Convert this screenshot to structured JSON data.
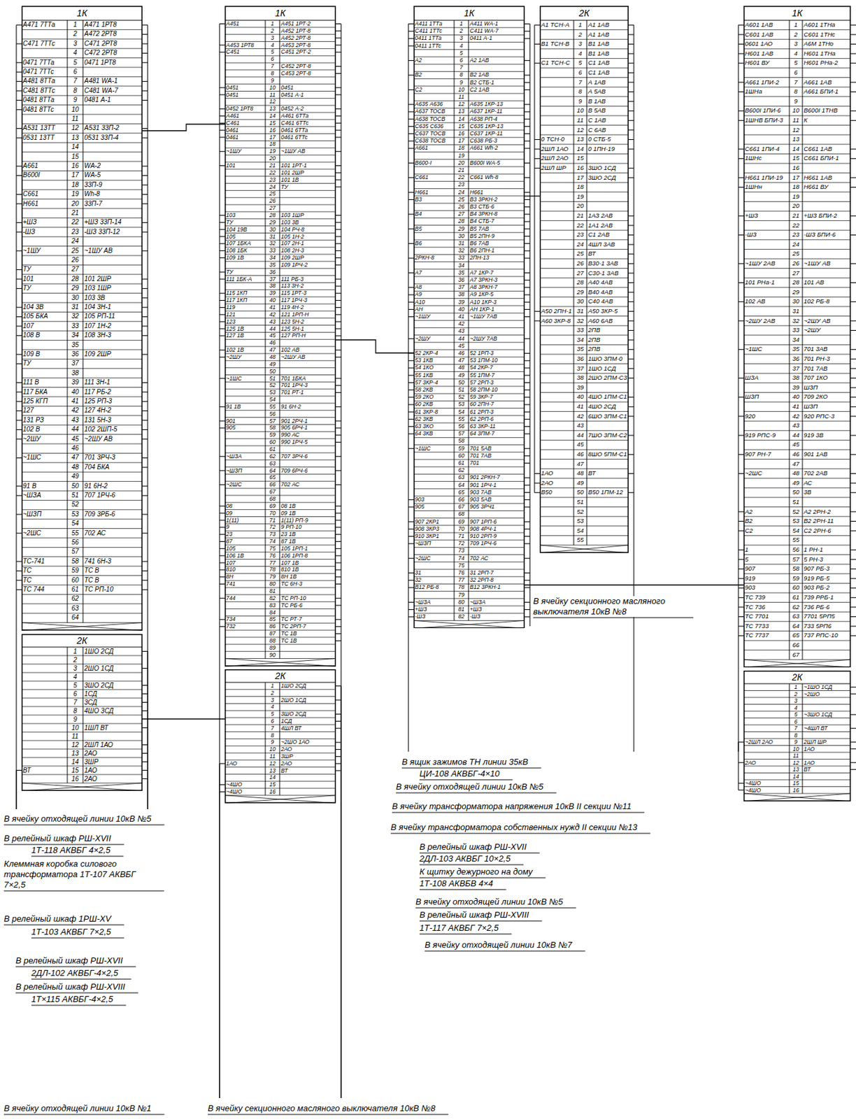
{
  "diagram": {
    "nodes": [
      {
        "text": [
          "1К"
        ]
      },
      {
        "text": [
          "2К"
        ]
      },
      {
        "text": [
          "1К"
        ]
      },
      {
        "text": [
          "2К"
        ]
      },
      {
        "text": [
          "1К"
        ]
      },
      {
        "text": [
          "2К"
        ]
      },
      {
        "text": [
          "1К"
        ]
      },
      {
        "text": [
          "2К"
        ]
      }
    ],
    "edges": [
      {
        "from": 0,
        "to": 2,
        "arrow": "none"
      },
      {
        "from": 1,
        "to": 3,
        "arrow": "none"
      },
      {
        "from": 2,
        "to": 4,
        "arrow": "none"
      },
      {
        "from": 5,
        "to": 4,
        "arrow": "none"
      },
      {
        "from": 4,
        "to": 6,
        "arrow": "none"
      }
    ],
    "labels": [
      "А471 7ТТа",
      "1",
      "А471 1РТ8",
      "2",
      "А472 2РТ8",
      "С471 7ТТс",
      "3",
      "С471 2РТ8",
      "4",
      "С472 2РТ8",
      "0471 7ТТа",
      "5",
      "0471 1РТ8",
      "0471 7ТТс",
      "6",
      "А481 8ТТа",
      "7",
      "А481 WА-1",
      "С481 8ТТс",
      "8",
      "С481 WА-7",
      "0481 8ТТа",
      "9",
      "0481 А-1",
      "0481 8ТТс",
      "10",
      "11",
      "А531 13ТТ",
      "12",
      "А531 33П-2",
      "0531 13ТТ",
      "13",
      "0531 33П-4",
      "14",
      "15",
      "А661",
      "16",
      "WА-2",
      "В600I",
      "17",
      "WА-5",
      "18",
      "33П-9",
      "С661",
      "19",
      "Wh-8",
      "Н661",
      "20",
      "33П-7",
      "21",
      "+ШЗ",
      "22",
      "+ШЗ 33П-14",
      "-ШЗ",
      "23",
      "-ШЗ 33П-12",
      "24",
      "~1ШУ",
      "25",
      "~1ШУ АВ",
      "26",
      "ТУ",
      "27",
      "101",
      "28",
      "101 2ШР",
      "ТУ",
      "29",
      "103 1ШР",
      "30",
      "103 3В",
      "104 3В",
      "31",
      "104 3Н-1",
      "105 БКА",
      "32",
      "105 РП-11",
      "107",
      "33",
      "107 1Н-2",
      "108 В",
      "34",
      "108 3Н-3",
      "35",
      "109 В",
      "36",
      "109 2ШР",
      "ТУ",
      "37",
      "38",
      "111 В",
      "39",
      "111 3Н-1",
      "117 БКА",
      "40",
      "117 РБ-2",
      "125 КГП",
      "41",
      "125 РП-3",
      "127",
      "42",
      "127 4Н-2",
      "131 РЗ",
      "43",
      "131 5Н-3",
      "102 В",
      "44",
      "102 2ШП-5",
      "~2ШУ",
      "45",
      "~2ШУ АВ",
      "46",
      "~1ШС",
      "47",
      "701 3РЧ-3",
      "48",
      "704 БКА",
      "49",
      "91 В",
      "50",
      "91 6Н-2",
      "~ШЗА",
      "51",
      "707 1РЧ-6",
      "52",
      "~ШЗП",
      "53",
      "709 3РБ-6",
      "54",
      "~2ШС",
      "55",
      "702 АС",
      "56",
      "57",
      "ТС-741",
      "58",
      "741 6Н-3",
      "ТС",
      "59",
      "ТС В",
      "ТС",
      "60",
      "ТС В",
      "ТС 744",
      "61",
      "ТС РП-10",
      "62",
      "63",
      "64",
      "1",
      "1ШО 2СД",
      "2",
      "3",
      "2ШО 1СД",
      "4",
      "5",
      "3ШО 2СД",
      "6",
      "1СД",
      "7",
      "3СД",
      "8",
      "4ШО 3СД",
      "9",
      "10",
      "1ШЛ ВТ",
      "11",
      "12",
      "2ШЛ 1АО",
      "13",
      "2АО",
      "14",
      "3ШР",
      "ВТ",
      "15",
      "1АО",
      "16",
      "2АО",
      "А451",
      "1",
      "А451 1РТ-2",
      "2",
      "А452 1РТ-8",
      "3",
      "А452 2РТ-8",
      "А453 1РТ8",
      "4",
      "А453 2РТ-8",
      "С451",
      "5",
      "С451 2РТ-2",
      "6",
      "7",
      "С452 2РТ-8",
      "8",
      "С453 2РТ-8",
      "9",
      "0451",
      "10",
      "0451",
      "0451",
      "11",
      "0451 А-1",
      "12",
      "0452 1РТ8",
      "13",
      "0452 А-2",
      "А461",
      "14",
      "А461 6ТТа",
      "С461",
      "15",
      "С461 6ТТс",
      "0461",
      "16",
      "0461 6ТТа",
      "0461",
      "17",
      "0461 6ТТс",
      "18",
      "~1ШУ",
      "19",
      "~1ШУ АВ",
      "20",
      "101",
      "21",
      "101 1РТ-1",
      "22",
      "101 2ШР",
      "23",
      "101 1В",
      "24",
      "ТУ",
      "25",
      "26",
      "27",
      "103",
      "28",
      "103 1ШР",
      "ТУ",
      "29",
      "103 3В",
      "104 19В",
      "30",
      "104 РЧ-8",
      "105",
      "31",
      "105 1Н-2",
      "107 1БКА",
      "32",
      "107 2Н-1",
      "108 1БК",
      "33",
      "108 2Н-3",
      "109 1В",
      "34",
      "109 2ШР",
      "35",
      "109 1РЧ-2",
      "ТУ",
      "36",
      "111 1БК-А",
      "37",
      "111 РБ-3",
      "38",
      "113 3Н-2",
      "115 1КП",
      "39",
      "115 1РТ-3",
      "117 1КП",
      "40",
      "117 1РЧ-3",
      "119",
      "41",
      "119 4Н-2",
      "121",
      "42",
      "121 1РП-Н",
      "123",
      "43",
      "123 5Н-2",
      "125 1В",
      "44",
      "125 5Н-1",
      "127 1В",
      "45",
      "127 РП-Н",
      "46",
      "102 1В",
      "47",
      "102 АВ",
      "~2ШУ",
      "48",
      "~2ШУ АВ",
      "49",
      "50",
      "~1ШС",
      "51",
      "701 1БКА",
      "52",
      "701 1РЧ-3",
      "53",
      "701 РТ-1",
      "54",
      "91 1В",
      "55",
      "91 6Н-2",
      "56",
      "901",
      "57",
      "901 2РЧ-1",
      "905",
      "58",
      "905 6РЧ-1",
      "59",
      "990 АС",
      "60",
      "990 1РЧ-5",
      "61",
      "~ШЗА",
      "62",
      "707 3РЧ-6",
      "63",
      "~ШЗП",
      "64",
      "709 6РЧ-6",
      "65",
      "~2ШС",
      "66",
      "702 АС",
      "67",
      "68",
      "08",
      "69",
      "08 1В",
      "09",
      "70",
      "09 1В",
      "1(11)",
      "71",
      "1(11) РП-9",
      "9",
      "72",
      "9 РП-10",
      "23",
      "73",
      "23 1В",
      "87",
      "74",
      "87 1В",
      "105",
      "75",
      "105 1РП-1",
      "106 1В",
      "76",
      "106 1РП-8",
      "107",
      "77",
      "107 1В",
      "810",
      "78",
      "810 1В",
      "8Н",
      "79",
      "8Н 1В",
      "741",
      "80",
      "ТС 6Н-3",
      "81",
      "744",
      "82",
      "ТС РП-10",
      "83",
      "ТС РБ-6",
      "84",
      "734",
      "85",
      "ТС РТ-7",
      "732",
      "86",
      "ТС 2РП-7",
      "87",
      "ТС 1В",
      "88",
      "ТС 1В",
      "89",
      "90",
      "1",
      "1ШО 2СД",
      "2",
      "3",
      "2ШО 1СД",
      "4",
      "5",
      "3ШО 2СД",
      "6",
      "1СД",
      "7",
      "4ШЛ ВТ",
      "8",
      "9",
      "~2ШО 1АО",
      "10",
      "2АО",
      "11",
      "3ШР",
      "1АО",
      "12",
      "2АО",
      "13",
      "ВТ",
      "14",
      "~4ШО",
      "15",
      "~4ШО",
      "16",
      "А411 1ТТа",
      "1",
      "А411 WА-1",
      "С411 1ТТс",
      "2",
      "С411 WА-7",
      "0411 1ТТа",
      "3",
      "0411 А-1",
      "0411 1ТТс",
      "4",
      "5",
      "А2",
      "6",
      "А2 1АВ",
      "7",
      "В2",
      "8",
      "В2 1АВ",
      "9",
      "В2 СТБ-1",
      "С2",
      "10",
      "С2 1АВ",
      "11",
      "А635 А636",
      "12",
      "А635 1КР-13",
      "А637 ТОСВ",
      "13",
      "А637 1КР-11",
      "А638 ТОСВ",
      "14",
      "А638 РП-4",
      "С635 С636",
      "15",
      "С635 1КР-13",
      "С637 ТОСВ",
      "16",
      "С637 1КР-11",
      "С638 ТОСВ",
      "17",
      "С638 РБ-3",
      "А661",
      "18",
      "А661 Wh-2",
      "19",
      "В600-I",
      "20",
      "В600I WА-5",
      "21",
      "С661",
      "22",
      "С661 Wh-8",
      "23",
      "Н661",
      "24",
      "Н661",
      "В3",
      "25",
      "В3 3РКН-2",
      "26",
      "В3 СТБ-6",
      "В4",
      "27",
      "В4 3РКН-8",
      "28",
      "В4 СТБ-7",
      "В5",
      "29",
      "В5 7АВ",
      "30",
      "В5 2ПН-9",
      "В6",
      "31",
      "В6 7АВ",
      "32",
      "В6 2ПН-1",
      "2РКН-8",
      "33",
      "2ПН-13",
      "34",
      "А7",
      "35",
      "А7 1КР-7",
      "36",
      "А7 3РКН-3",
      "А8",
      "37",
      "А8 3РКН-7",
      "А9",
      "38",
      "А9 1КР-5",
      "А10",
      "39",
      "А10 1КР-3",
      "АН",
      "40",
      "АН 1КР-1",
      "~1ШУ",
      "41",
      "~1ШУ 7АВ",
      "42",
      "43",
      "~2ШУ",
      "44",
      "~2ШУ 7АВ",
      "45",
      "52 2КР-4",
      "46",
      "52 1РП-3",
      "53 1КВ",
      "47",
      "53 1ПМ-10",
      "54 1КО",
      "48",
      "54 2КР-7",
      "55 1КВ",
      "49",
      "55 1ПМ-7",
      "57 3КР-4",
      "50",
      "57 2РП-3",
      "58 2КВ",
      "51",
      "58 2ПМ-10",
      "59 2КО",
      "52",
      "59 3КР-7",
      "60 2КВ",
      "53",
      "60 2ПН-7",
      "61 3КР-8",
      "54",
      "61 2РП-3",
      "62 3КВ",
      "55",
      "62 2РП-6",
      "63 3КО",
      "56",
      "63 3КР-11",
      "64 3КВ",
      "57",
      "64 3ПМ-7",
      "58",
      "~1ШС",
      "59",
      "701 5АВ",
      "60",
      "701 7АВ",
      "61",
      "701",
      "62",
      "63",
      "901 2РКН-7",
      "64",
      "901 1РЧ-1",
      "65",
      "903 7АВ",
      "903",
      "66",
      "903 5АВ",
      "905",
      "67",
      "905 3РЧ1",
      "68",
      "907 2КР1",
      "69",
      "907 1РП-6",
      "908 3КР3",
      "70",
      "908 4РЧ-1",
      "910 3КР1",
      "71",
      "910 2РП-9",
      "~ШЗП",
      "72",
      "709 1РЧ-6",
      "73",
      "~2ШС",
      "74",
      "702 АС",
      "75",
      "31",
      "76",
      "31 2РП-7",
      "32",
      "77",
      "32 2РП-8",
      "В12 РБ-8",
      "78",
      "В12 3РКН-1",
      "79",
      "~ШЗА",
      "80",
      "~ШЗА",
      "+ШЗ",
      "81",
      "+ШЗ",
      "-ШЗ",
      "82",
      "-ШЗ",
      "А1 ТСН-А",
      "1",
      "А1 1АВ",
      "2",
      "А1 1АВ",
      "В1 ТСН-В",
      "3",
      "В1 1АВ",
      "4",
      "В1 1АВ",
      "С1 ТСН-С",
      "5",
      "С1 1АВ",
      "6",
      "С1 1АВ",
      "7",
      "А 1АВ",
      "8",
      "А 5АВ",
      "9",
      "В 1АВ",
      "10",
      "В 5АВ",
      "11",
      "С 1АВ",
      "12",
      "С 6АВ",
      "0 ТСН-0",
      "13",
      "0 СТБ-5",
      "2ШЛ 1АО",
      "14",
      "0 1ПН-19",
      "2ШЛ 2АО",
      "15",
      "2ШЛ ШР",
      "16",
      "3ШО 1СД",
      "17",
      "3ШО 2СД",
      "18",
      "19",
      "20",
      "21",
      "1АЗ 2АВ",
      "22",
      "1А1 2АВ",
      "23",
      "С1 2АВ",
      "24",
      "4ШЛ 3АВ",
      "25",
      "ВТ",
      "26",
      "В30-1 3АВ",
      "27",
      "С30-1 3АВ",
      "28",
      "А40 4АВ",
      "29",
      "В40 4АВ",
      "30",
      "С40 4АВ",
      "А50 2ПН-1",
      "31",
      "А50 3КР-5",
      "А60 3КР-8",
      "32",
      "А60 6АВ",
      "33",
      "2ПВ",
      "34",
      "2ПВ",
      "35",
      "2ПВ",
      "36",
      "1ШО 3ПМ-0",
      "37",
      "1ШО 1СД",
      "38",
      "2ШО 2ПМ-С3",
      "39",
      "40",
      "4ШО 1ПМ-С1",
      "41",
      "4ШО 2СД",
      "42",
      "6ШО 3ПМ-С1",
      "43",
      "44",
      "7ШО 3ПМ-С2",
      "45",
      "46",
      "8ШО 5ПМ-С1",
      "47",
      "1АО",
      "48",
      "ВТ",
      "2АО",
      "49",
      "В50",
      "50",
      "В50 1ПМ-12",
      "51",
      "52",
      "53",
      "54",
      "55",
      "А601 1АВ",
      "1",
      "А601 1ТНа",
      "С601 1АВ",
      "2",
      "С601 1ТНс",
      "0601 1АО",
      "3",
      "А6М 1ТНо",
      "Н601 1АВ",
      "4",
      "Н601 1ТНа",
      "Н601 ВУ",
      "5",
      "Н601 РНа-2",
      "6",
      "А661 1ПИ-2",
      "7",
      "А661 1АВ",
      "1ШНа",
      "8",
      "А661 БПИ-1",
      "9",
      "В600I 1ПИ-6",
      "10",
      "В600I 1ТНВ",
      "1ШНВ БПИ-3",
      "11",
      "К",
      "12",
      "13",
      "С661 1ПИ-4",
      "14",
      "С661 1АВ",
      "1ШНс",
      "15",
      "С661 БПИ-1",
      "16",
      "Н661 1ПИ-19",
      "17",
      "Н661 1АВ",
      "1ШНн",
      "18",
      "Н661 ВУ",
      "19",
      "20",
      "+ШЗ",
      "21",
      "+ШЗ БПИ-2",
      "22",
      "-ШЗ",
      "23",
      "-ШЗ БПИ-6",
      "24",
      "25",
      "~1ШУ 2АВ",
      "26",
      "~1ШУ АВ",
      "27",
      "101 РНа-1",
      "28",
      "101 АВ",
      "29",
      "102 АВ",
      "30",
      "102 РБ-8",
      "31",
      "~2ШУ 2АВ",
      "32",
      "~2ШУ АВ",
      "33",
      "~2ШУ",
      "34",
      "~1ШС",
      "35",
      "701 3АВ",
      "36",
      "701 РН-3",
      "37",
      "701 7АВ",
      "ШЗА",
      "38",
      "707 1КО",
      "39",
      "ШЗП",
      "ШЗП",
      "40",
      "709 2КО",
      "41",
      "ШЗП",
      "920",
      "42",
      "920 РПС-3",
      "43",
      "919 РПС-9",
      "44",
      "919 3В",
      "45",
      "907 РН-7",
      "46",
      "901 1АВ",
      "47",
      "~2ШС",
      "48",
      "702 2АВ",
      "49",
      "АС",
      "50",
      "3В",
      "51",
      "А2",
      "52",
      "А2 2РН-2",
      "В2",
      "53",
      "В2 2РН-11",
      "С2",
      "54",
      "С2 2РН-6",
      "55",
      "1",
      "56",
      "1 РН-1",
      "5",
      "57",
      "5 РН-3",
      "907",
      "58",
      "907 РБ-3",
      "919",
      "59",
      "919 РБ-5",
      "903",
      "60",
      "903 РБ-2",
      "ТС 739",
      "61",
      "739 РРБ-1",
      "ТС 736",
      "62",
      "736 РБ-6",
      "ТС 7701",
      "63",
      "7701 5РП5",
      "ТС 7733",
      "64",
      "733 5РП6",
      "ТС 7737",
      "65",
      "737 РПС-10",
      "66",
      "67",
      "1",
      "~1ШО 1СД",
      "2",
      "~2ШО",
      "3",
      "4",
      "5",
      "~3ШО 1СД",
      "6",
      "7",
      "~4ШЛ ВТ",
      "8",
      "~2ШЛ 2АО",
      "9",
      "2ШЛ ШР",
      "10",
      "1АО",
      "11",
      "2АО",
      "12",
      "1АО",
      "13",
      "ВТ",
      "14",
      "~4ШО",
      "15",
      "~4ШО",
      "16",
      "В ячейку отходящей линии 10кВ №5",
      "В релейный шкаф РШ-XVII",
      "1Т-118 АКВБГ 4×2,5",
      "Клеммная коробка силового трансформатора 1Т-107 АКВБГ 7×2,5",
      "В релейный шкаф 1РШ-XV",
      "1Т-103 АКВБГ 7×2,5",
      "В релейный шкаф РШ-XVII",
      "2ДЛ-102 АКВБГ-4×2,5",
      "В релейный шкаф РШ-XVIII",
      "1Т×115 АКВБГ-4×2,5",
      "В ячейку отходящей линии 10кВ №1",
      "В ячейку секционного масляного выключателя 10кВ №8",
      "В ячейку секционного масляного выключателя 10кВ №8",
      "В ящик зажимов ТН линии 35кВ",
      "ЦИ-108 АКВБГ-4×10",
      "В ячейку отходящей линии 10кВ №5",
      "В ячейку трансформатора напряжения 10кВ II секции №11",
      "В ячейку трансформатора собственных нужд II секции №13",
      "В релейный шкаф РШ-XVII",
      "2ДЛ-103 АКВБГ 10×2,5",
      "К щитку дежурного на дому",
      "1Т-108 АКВБВ 4×4",
      "В ячейку отходящей линии 10кВ №5",
      "В релейный шкаф РШ-XVIII",
      "1Т-117 АКВБГ 7×2,5",
      "В ячейку отходящей линии 10кВ №7"
    ]
  }
}
